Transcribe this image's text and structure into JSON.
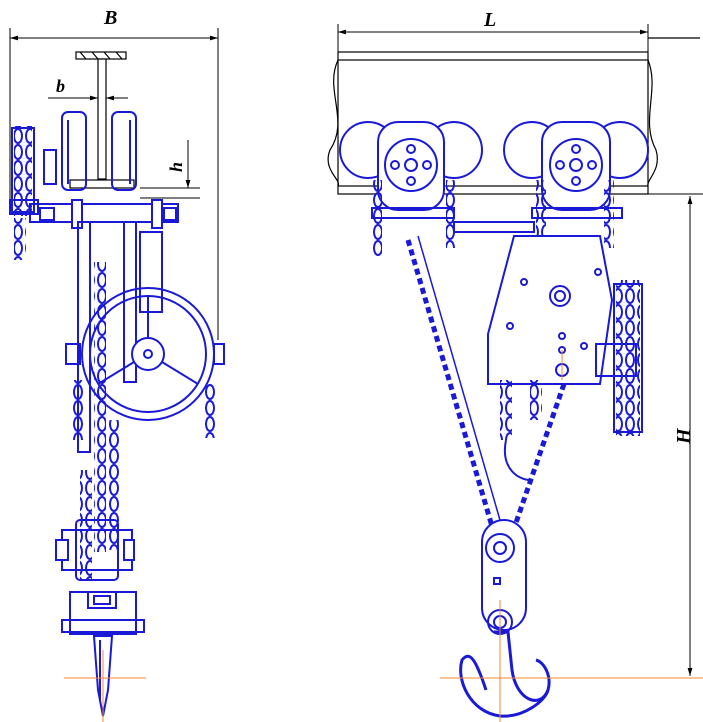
{
  "labels": {
    "width_B": "B",
    "flange_b": "b",
    "height_h": "h",
    "length_L": "L",
    "lift_H": "H"
  },
  "colors": {
    "linework": "#1a1ad6",
    "dimension": "#000000",
    "centerline": "#f08a30",
    "beam_fill": "#ffffff"
  }
}
